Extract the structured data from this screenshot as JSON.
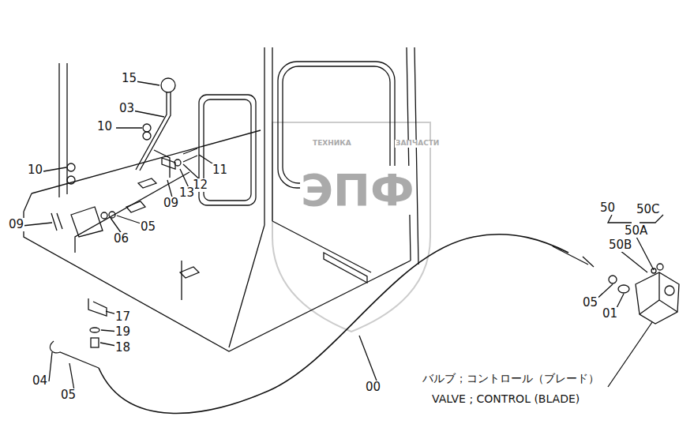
{
  "diagram": {
    "labels": [
      "15",
      "03",
      "10",
      "10",
      "11",
      "12",
      "13",
      "09",
      "09",
      "06",
      "05",
      "05",
      "01",
      "50",
      "50C",
      "50A",
      "50B",
      "17",
      "19",
      "18",
      "04",
      "05",
      "00",
      "バルブ；コントロール（ブレード）",
      "VALVE ; CONTROL (BLADE)",
      "ТЕХНИКА",
      "ЗАПЧАСТИ",
      "ЭПФ"
    ]
  }
}
